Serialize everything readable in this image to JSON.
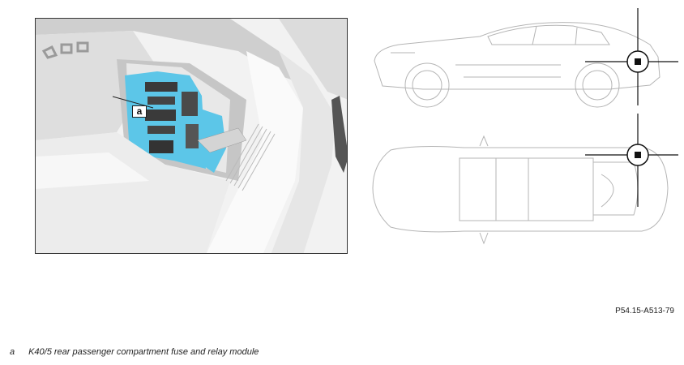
{
  "figure": {
    "callout_label": "a",
    "reference_code": "P54.15-A513-79"
  },
  "legend": [
    {
      "key": "a",
      "text": "K40/5 rear passenger compartment fuse and relay module"
    }
  ],
  "colors": {
    "module_highlight": "#5cc6e8",
    "frame_border": "#333333",
    "car_outline": "#b5b5b5"
  }
}
